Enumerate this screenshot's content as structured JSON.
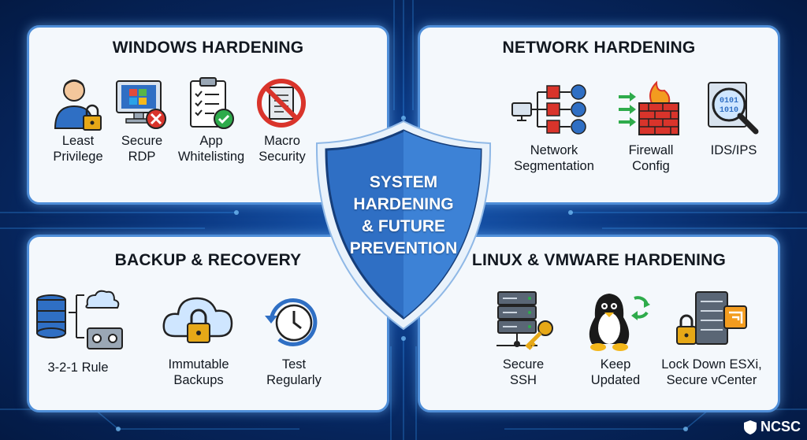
{
  "center": {
    "lines": [
      "SYSTEM",
      "HARDENING",
      "& FUTURE",
      "PREVENTION"
    ]
  },
  "panels": {
    "windows": {
      "title": "WINDOWS HARDENING",
      "items": [
        {
          "l1": "Least",
          "l2": "Privilege",
          "icon": "user-lock-icon"
        },
        {
          "l1": "Secure",
          "l2": "RDP",
          "icon": "monitor-x-icon"
        },
        {
          "l1": "App",
          "l2": "Whitelisting",
          "icon": "clipboard-check-icon"
        },
        {
          "l1": "Macro",
          "l2": "Security",
          "icon": "blocked-document-icon"
        }
      ]
    },
    "network": {
      "title": "NETWORK HARDENING",
      "items": [
        {
          "l1": "Network",
          "l2": "Segmentation",
          "icon": "network-segmentation-icon"
        },
        {
          "l1": "Firewall",
          "l2": "Config",
          "icon": "firewall-icon"
        },
        {
          "l1": "IDS/IPS",
          "l2": "",
          "icon": "magnifier-binary-icon"
        }
      ]
    },
    "backup": {
      "title": "BACKUP & RECOVERY",
      "items": [
        {
          "l1": "3-2-1 Rule",
          "l2": "",
          "icon": "backup-storage-icon"
        },
        {
          "l1": "Immutable",
          "l2": "Backups",
          "icon": "cloud-lock-icon"
        },
        {
          "l1": "Test",
          "l2": "Regularly",
          "icon": "clock-refresh-icon"
        }
      ]
    },
    "linux": {
      "title": "LINUX & VMWARE HARDENING",
      "items": [
        {
          "l1": "Secure",
          "l2": "SSH",
          "icon": "server-key-icon"
        },
        {
          "l1": "Keep",
          "l2": "Updated",
          "icon": "penguin-update-icon"
        },
        {
          "l1": "Lock Down ESXi,",
          "l2": "Secure vCenter",
          "icon": "server-lock-icon"
        }
      ]
    }
  },
  "brand": {
    "name": "NCSC",
    "icon": "shield-logo-icon"
  },
  "colors": {
    "panel_border": "#4f8ed8",
    "shield_blue": "#2f6fc4",
    "accent_red": "#d9342b",
    "accent_green": "#2eab4b",
    "lock_gold": "#e6a817"
  }
}
